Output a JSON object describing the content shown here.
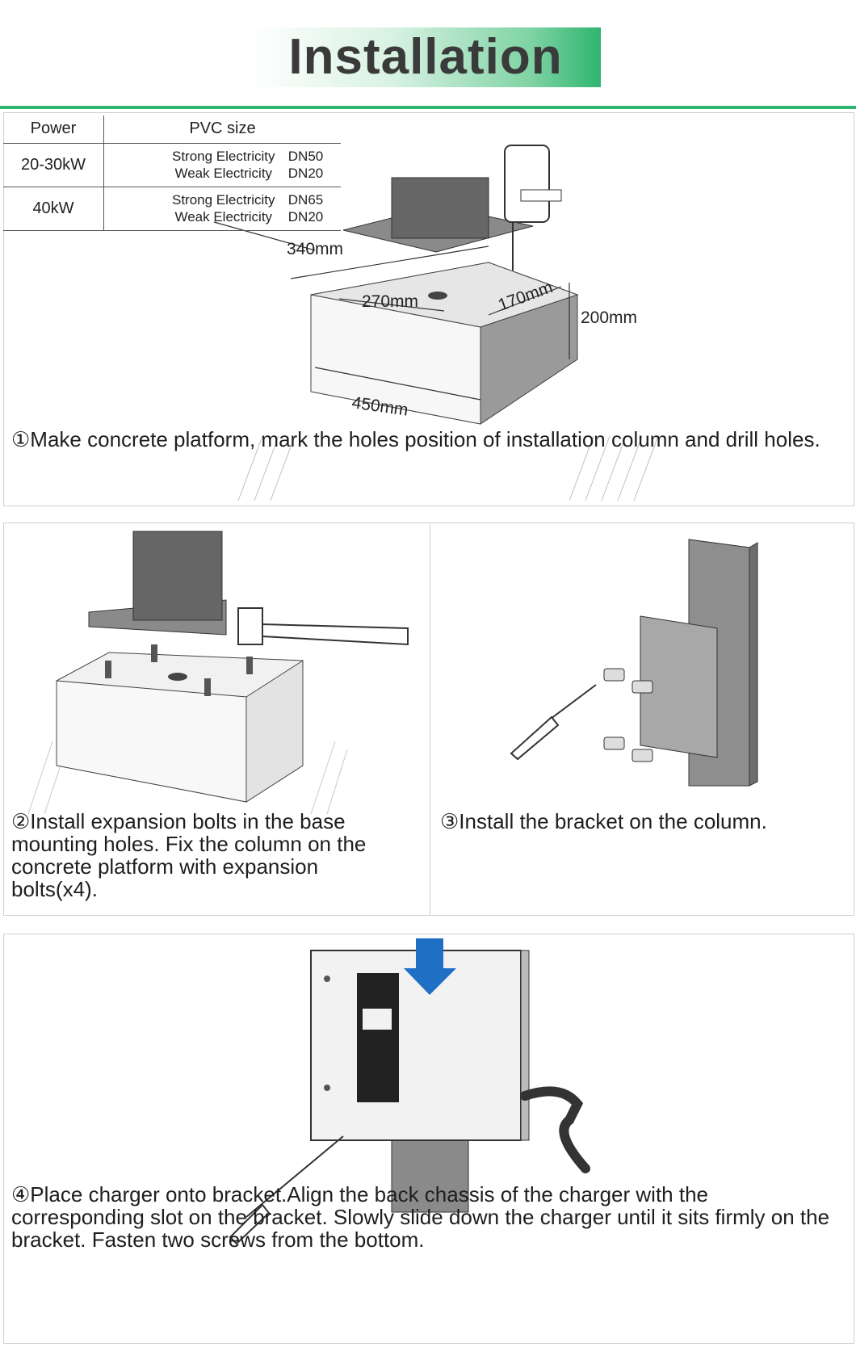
{
  "title": "Installation",
  "pvc_table": {
    "headers": [
      "Power",
      "PVC size"
    ],
    "rows": [
      {
        "power": "20-30kW",
        "lines": [
          [
            "Strong Electricity",
            "DN50"
          ],
          [
            "Weak Electricity",
            "DN20"
          ]
        ]
      },
      {
        "power": "40kW",
        "lines": [
          [
            "Strong Electricity",
            "DN65"
          ],
          [
            "Weak Electricity",
            "DN20"
          ]
        ]
      }
    ]
  },
  "dimensions": {
    "d340": "340mm",
    "d270": "270mm",
    "d170": "170mm",
    "d200": "200mm",
    "d450": "450mm"
  },
  "steps": [
    "①Make concrete platform, mark the holes position of installation column and drill holes.",
    "②Install expansion bolts in the base mounting holes. Fix the column on the concrete platform with expansion bolts(x4).",
    "③Install the bracket on the column.",
    "④Place charger onto bracket.Align the back chassis of the charger with the corresponding slot on the bracket. Slowly slide down the charger until it sits firmly on the bracket. Fasten two screws from the bottom."
  ],
  "colors": {
    "accent": "#2fb56f",
    "arrow": "#1f6fc4",
    "concrete": "#ececec",
    "column": "#666666"
  },
  "icons": [
    "drill-icon",
    "hammer-icon",
    "screwdriver-icon",
    "down-arrow-icon"
  ]
}
